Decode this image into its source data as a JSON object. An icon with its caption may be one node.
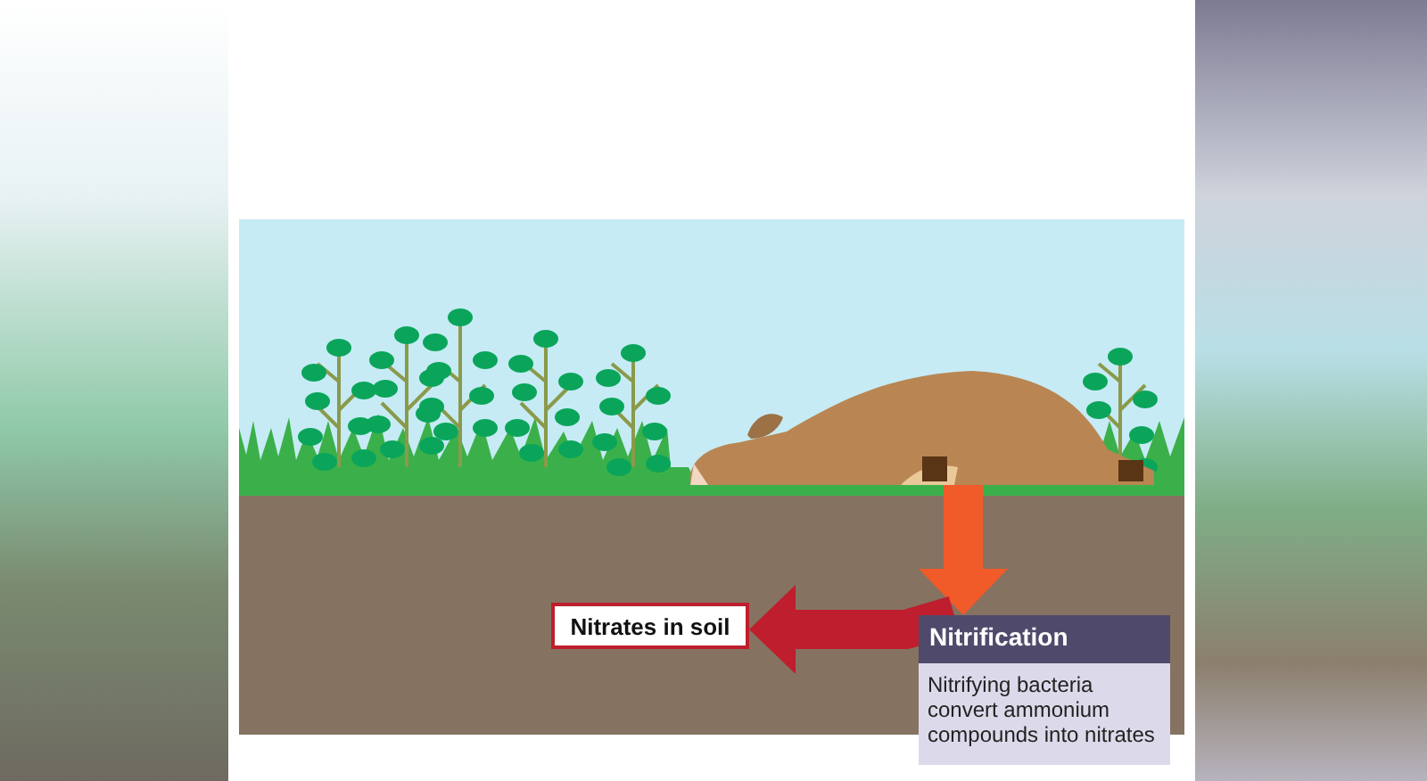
{
  "diagram": {
    "nodes": [
      {
        "text": [],
        "shape": "picture"
      },
      {
        "text": [
          "Nitrates in soil"
        ]
      },
      {
        "text": [
          "Nitrification",
          "Nitrifying bacteria convert ammonium compounds into nitrates"
        ]
      }
    ],
    "edges": [
      {
        "from": 0,
        "to": 2,
        "arrow": "to",
        "color": "#f15a29"
      },
      {
        "from": 2,
        "to": 1,
        "arrow": "to",
        "color": "#be1e2d"
      }
    ]
  }
}
